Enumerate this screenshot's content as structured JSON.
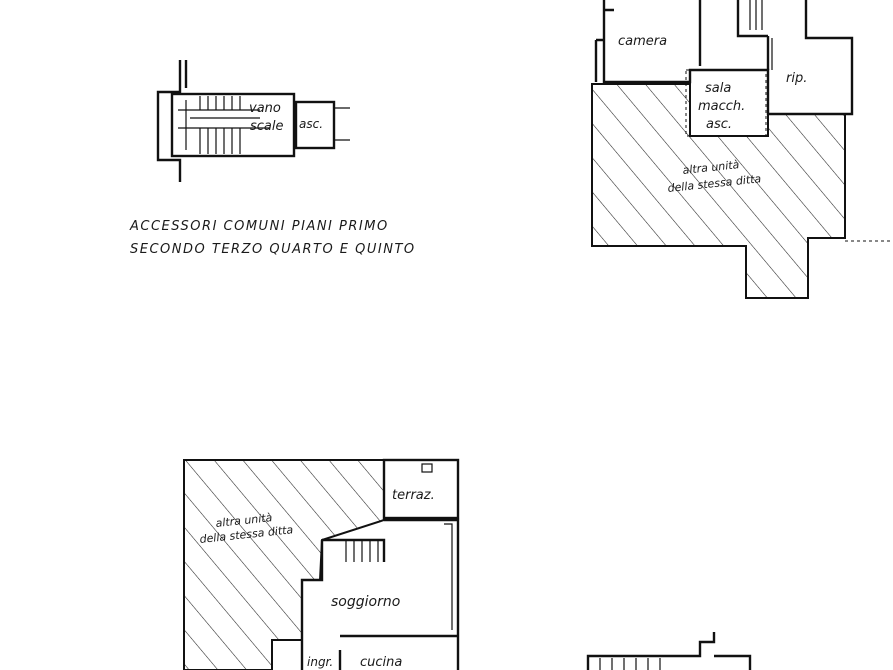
{
  "caption": {
    "line1": "ACCESSORI COMUNI PIANI PRIMO",
    "line2": "SECONDO TERZO QUARTO E QUINTO"
  },
  "stair_detail": {
    "stairwell_line1": "vano",
    "stairwell_line2": "scale",
    "lift": "asc."
  },
  "upper_plan": {
    "bedroom": "camera",
    "machine_room_line1": "sala",
    "machine_room_line2": "macch.",
    "machine_room_line3": "asc.",
    "storage": "rip.",
    "other_unit_line1": "altra unità",
    "other_unit_line2": "della stessa ditta"
  },
  "lower_plan": {
    "terrace": "terraz.",
    "other_unit_line1": "altra unità",
    "other_unit_line2": "della stessa ditta",
    "living": "soggiorno",
    "entrance": "ingr.",
    "kitchen": "cucina"
  }
}
